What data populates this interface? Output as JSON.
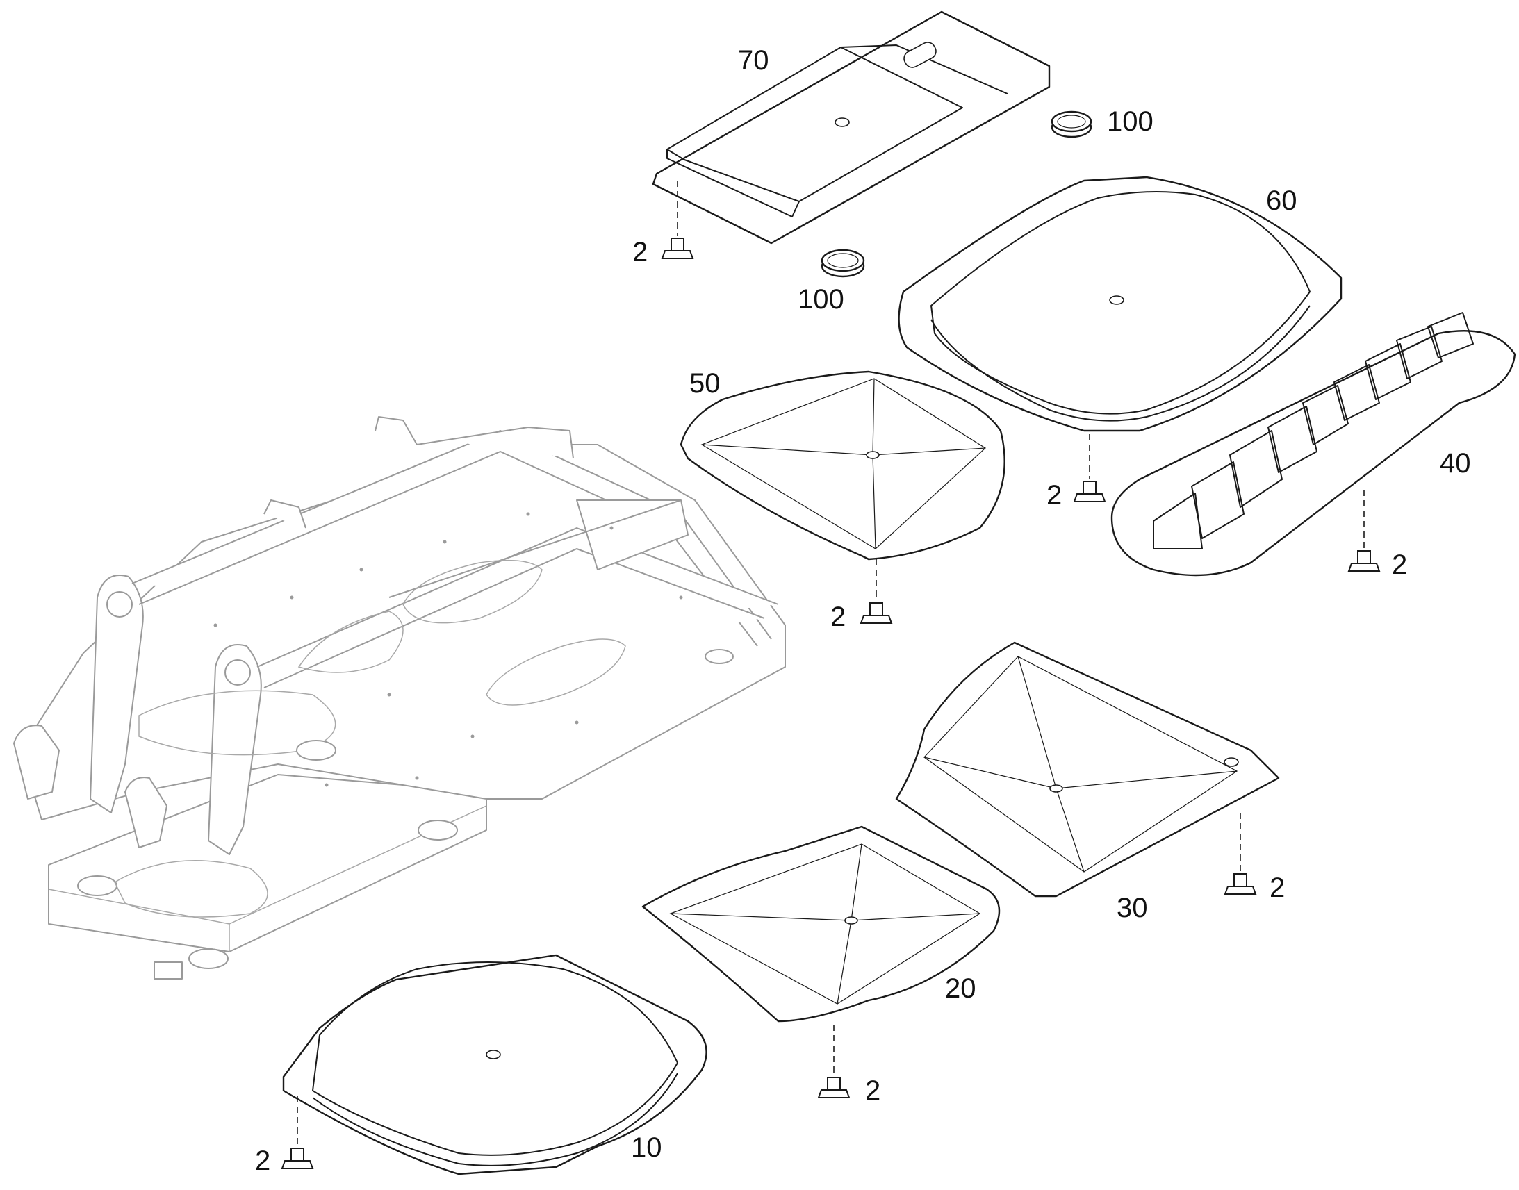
{
  "callouts": {
    "c70": "70",
    "c100a": "100",
    "c100b": "100",
    "c60": "60",
    "c50": "50",
    "c40": "40",
    "c30": "30",
    "c20": "20",
    "c10": "10",
    "b70": "2",
    "b60": "2",
    "b50": "2",
    "b40": "2",
    "b30": "2",
    "b20": "2",
    "b10": "2"
  },
  "colors": {
    "line": "#1a1a1a",
    "frame_line": "#9a9a9a",
    "background": "#ffffff"
  }
}
